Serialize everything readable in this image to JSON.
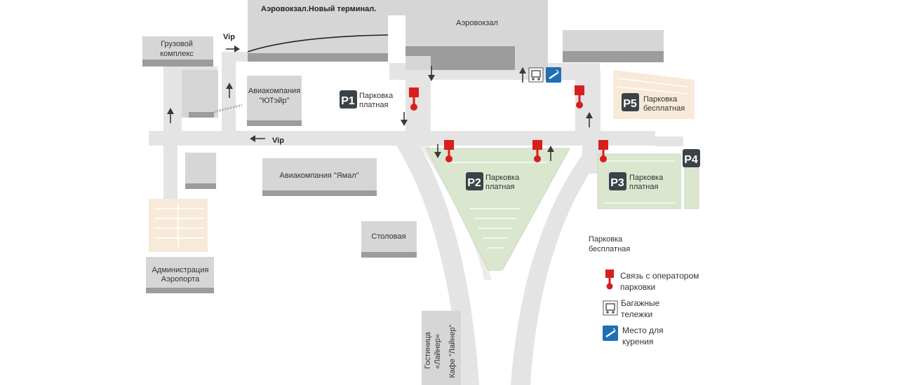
{
  "buildings": {
    "new_terminal": "Аэровокзал.Новый терминал.",
    "terminal": "Аэровокзал",
    "cargo_line1": "Грузовой",
    "cargo_line2": "комплекс",
    "utair_line1": "Авиакомпания",
    "utair_line2": "\"ЮТэйр\"",
    "yamal": "Авиакомпания \"Ямал\"",
    "canteen": "Столовая",
    "admin_line1": "Администрация",
    "admin_line2": "Аэропорта",
    "hotel_line1": "Гостиница",
    "hotel_line2": "«Лайнер»",
    "cafe": "Кафе \"Лайнер\""
  },
  "roads": {
    "vip_top": "Vip",
    "vip_main": "Vip"
  },
  "parkings": [
    {
      "code": "P1",
      "line1": "Парковка",
      "line2": "платная"
    },
    {
      "code": "P2",
      "line1": "Парковка",
      "line2": "платная"
    },
    {
      "code": "P3",
      "line1": "Парковка",
      "line2": "платная"
    },
    {
      "code": "P4"
    },
    {
      "code": "P5",
      "line1": "Парковка",
      "line2": "бесплатная"
    }
  ],
  "free_parking_label": {
    "line1": "Парковка",
    "line2": "бесплатная"
  },
  "legend": {
    "operator_line1": "Связь с оператором",
    "operator_line2": "парковки",
    "carts_line1": "Багажные",
    "carts_line2": "тележки",
    "smoking_line1": "Место для",
    "smoking_line2": "курения"
  },
  "colors": {
    "pin": "#d81e1e",
    "badge": "#3b4248",
    "smoking": "#1f6fb6",
    "paid_parking": "#dbe6cf",
    "free_parking": "#f7ead9"
  }
}
